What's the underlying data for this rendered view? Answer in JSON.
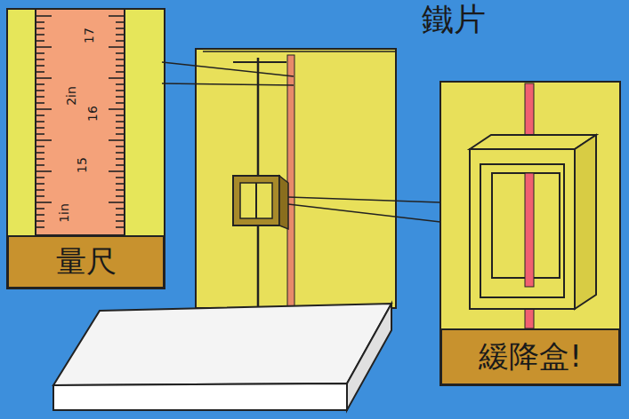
{
  "diagram": {
    "nodes": [
      {
        "text": [
          "量尺"
        ]
      },
      {
        "text": [
          "緩降盒!"
        ]
      }
    ],
    "labels": [
      "鐵片",
      "17",
      "2in",
      "16",
      "15",
      "1in"
    ]
  }
}
